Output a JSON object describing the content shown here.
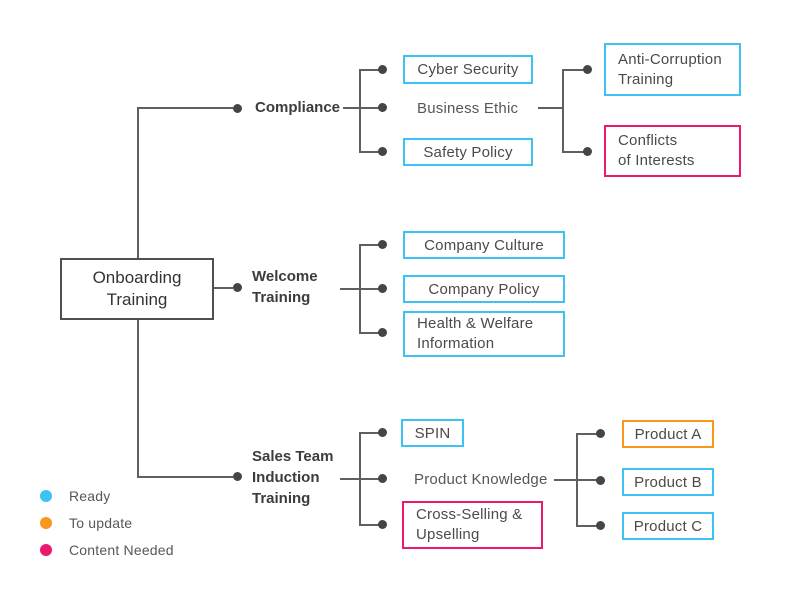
{
  "palette": {
    "ready": "#3cc2f4",
    "to_update": "#f8961e",
    "content_needed": "#ec1a6e",
    "connector": "#5f5f5f",
    "dot": "#454545",
    "root_border": "#4f4f4f"
  },
  "root": {
    "line1": "Onboarding",
    "line2": "Training"
  },
  "branches": {
    "compliance": {
      "label": "Compliance",
      "children": {
        "cyber_security": {
          "label": "Cyber Security",
          "status": "ready"
        },
        "business_ethic": {
          "label": "Business Ethic",
          "children": {
            "anti_corruption": {
              "line1": "Anti-Corruption",
              "line2": "Training",
              "status": "ready"
            },
            "conflicts": {
              "line1": "Conflicts",
              "line2": "of Interests",
              "status": "content_needed"
            }
          }
        },
        "safety_policy": {
          "label": "Safety Policy",
          "status": "ready"
        }
      }
    },
    "welcome": {
      "line1": "Welcome",
      "line2": "Training",
      "children": {
        "company_culture": {
          "label": "Company Culture",
          "status": "ready"
        },
        "company_policy": {
          "label": "Company Policy",
          "status": "ready"
        },
        "health_welfare": {
          "line1": "Health & Welfare",
          "line2": "Information",
          "status": "ready"
        }
      }
    },
    "sales": {
      "line1": "Sales Team",
      "line2": "Induction",
      "line3": "Training",
      "children": {
        "spin": {
          "label": "SPIN",
          "status": "ready"
        },
        "product_knowledge": {
          "label": "Product Knowledge",
          "children": {
            "product_a": {
              "label": "Product A",
              "status": "to_update"
            },
            "product_b": {
              "label": "Product B",
              "status": "ready"
            },
            "product_c": {
              "label": "Product C",
              "status": "ready"
            }
          }
        },
        "cross_selling": {
          "line1": "Cross-Selling &",
          "line2": "Upselling",
          "status": "content_needed"
        }
      }
    }
  },
  "legend": {
    "items": [
      {
        "label": "Ready",
        "status": "ready",
        "color": "#3cc2f4"
      },
      {
        "label": "To update",
        "status": "to_update",
        "color": "#f8961e"
      },
      {
        "label": "Content Needed",
        "status": "content_needed",
        "color": "#ec1a6e"
      }
    ]
  }
}
